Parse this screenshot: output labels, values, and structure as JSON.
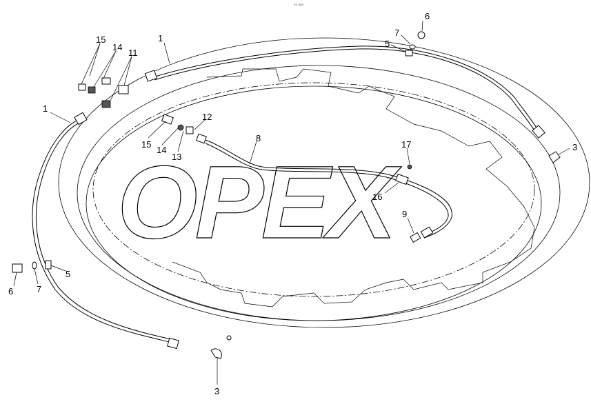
{
  "header": {
    "code": "S1_600"
  },
  "watermark": {
    "text": "OPEX"
  },
  "callouts": [
    {
      "id": "c1a",
      "text": "1"
    },
    {
      "id": "c1b",
      "text": "1"
    },
    {
      "id": "c3a",
      "text": "3"
    },
    {
      "id": "c3b",
      "text": "3"
    },
    {
      "id": "c5a",
      "text": "5"
    },
    {
      "id": "c5b",
      "text": "5"
    },
    {
      "id": "c6a",
      "text": "6"
    },
    {
      "id": "c6b",
      "text": "6"
    },
    {
      "id": "c7a",
      "text": "7"
    },
    {
      "id": "c7b",
      "text": "7"
    },
    {
      "id": "c8",
      "text": "8"
    },
    {
      "id": "c9",
      "text": "9"
    },
    {
      "id": "c11",
      "text": "11"
    },
    {
      "id": "c12",
      "text": "12"
    },
    {
      "id": "c13",
      "text": "13"
    },
    {
      "id": "c14a",
      "text": "14"
    },
    {
      "id": "c14b",
      "text": "14"
    },
    {
      "id": "c15a",
      "text": "15"
    },
    {
      "id": "c15b",
      "text": "15"
    },
    {
      "id": "c16",
      "text": "16"
    },
    {
      "id": "c17",
      "text": "17"
    }
  ]
}
